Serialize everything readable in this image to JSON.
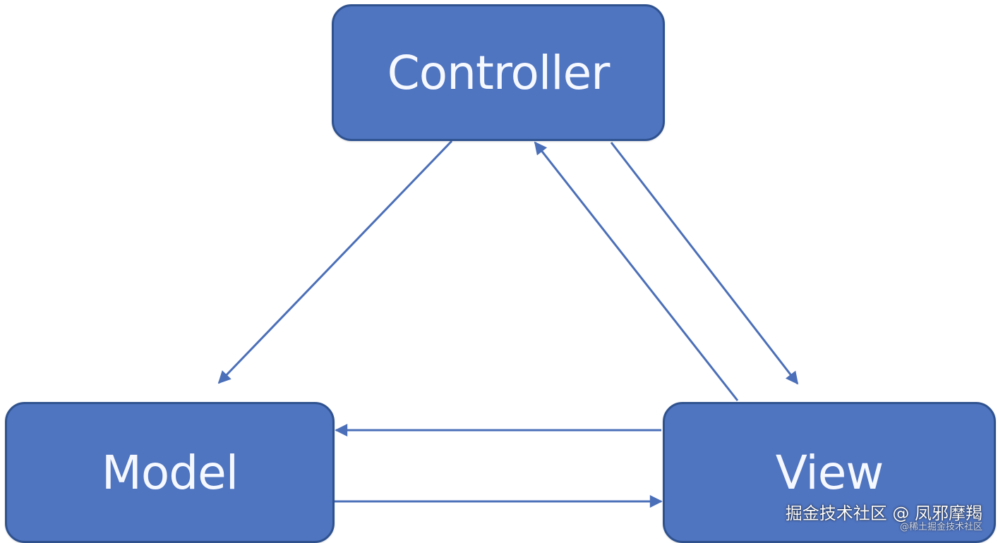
{
  "diagram": {
    "nodes": {
      "controller": {
        "label": "Controller"
      },
      "model": {
        "label": "Model"
      },
      "view": {
        "label": "View"
      }
    },
    "edges": [
      {
        "from": "controller",
        "to": "model"
      },
      {
        "from": "controller",
        "to": "view"
      },
      {
        "from": "view",
        "to": "controller"
      },
      {
        "from": "view",
        "to": "model"
      },
      {
        "from": "model",
        "to": "view"
      }
    ]
  },
  "colors": {
    "box_fill": "#4f74c0",
    "box_border": "#2f528f",
    "box_text": "#f5f8ff",
    "edge": "#4b6fb8"
  },
  "watermark": {
    "main": "掘金技术社区 @ 凤邪摩羯",
    "sub": "@稀土掘金技术社区"
  }
}
